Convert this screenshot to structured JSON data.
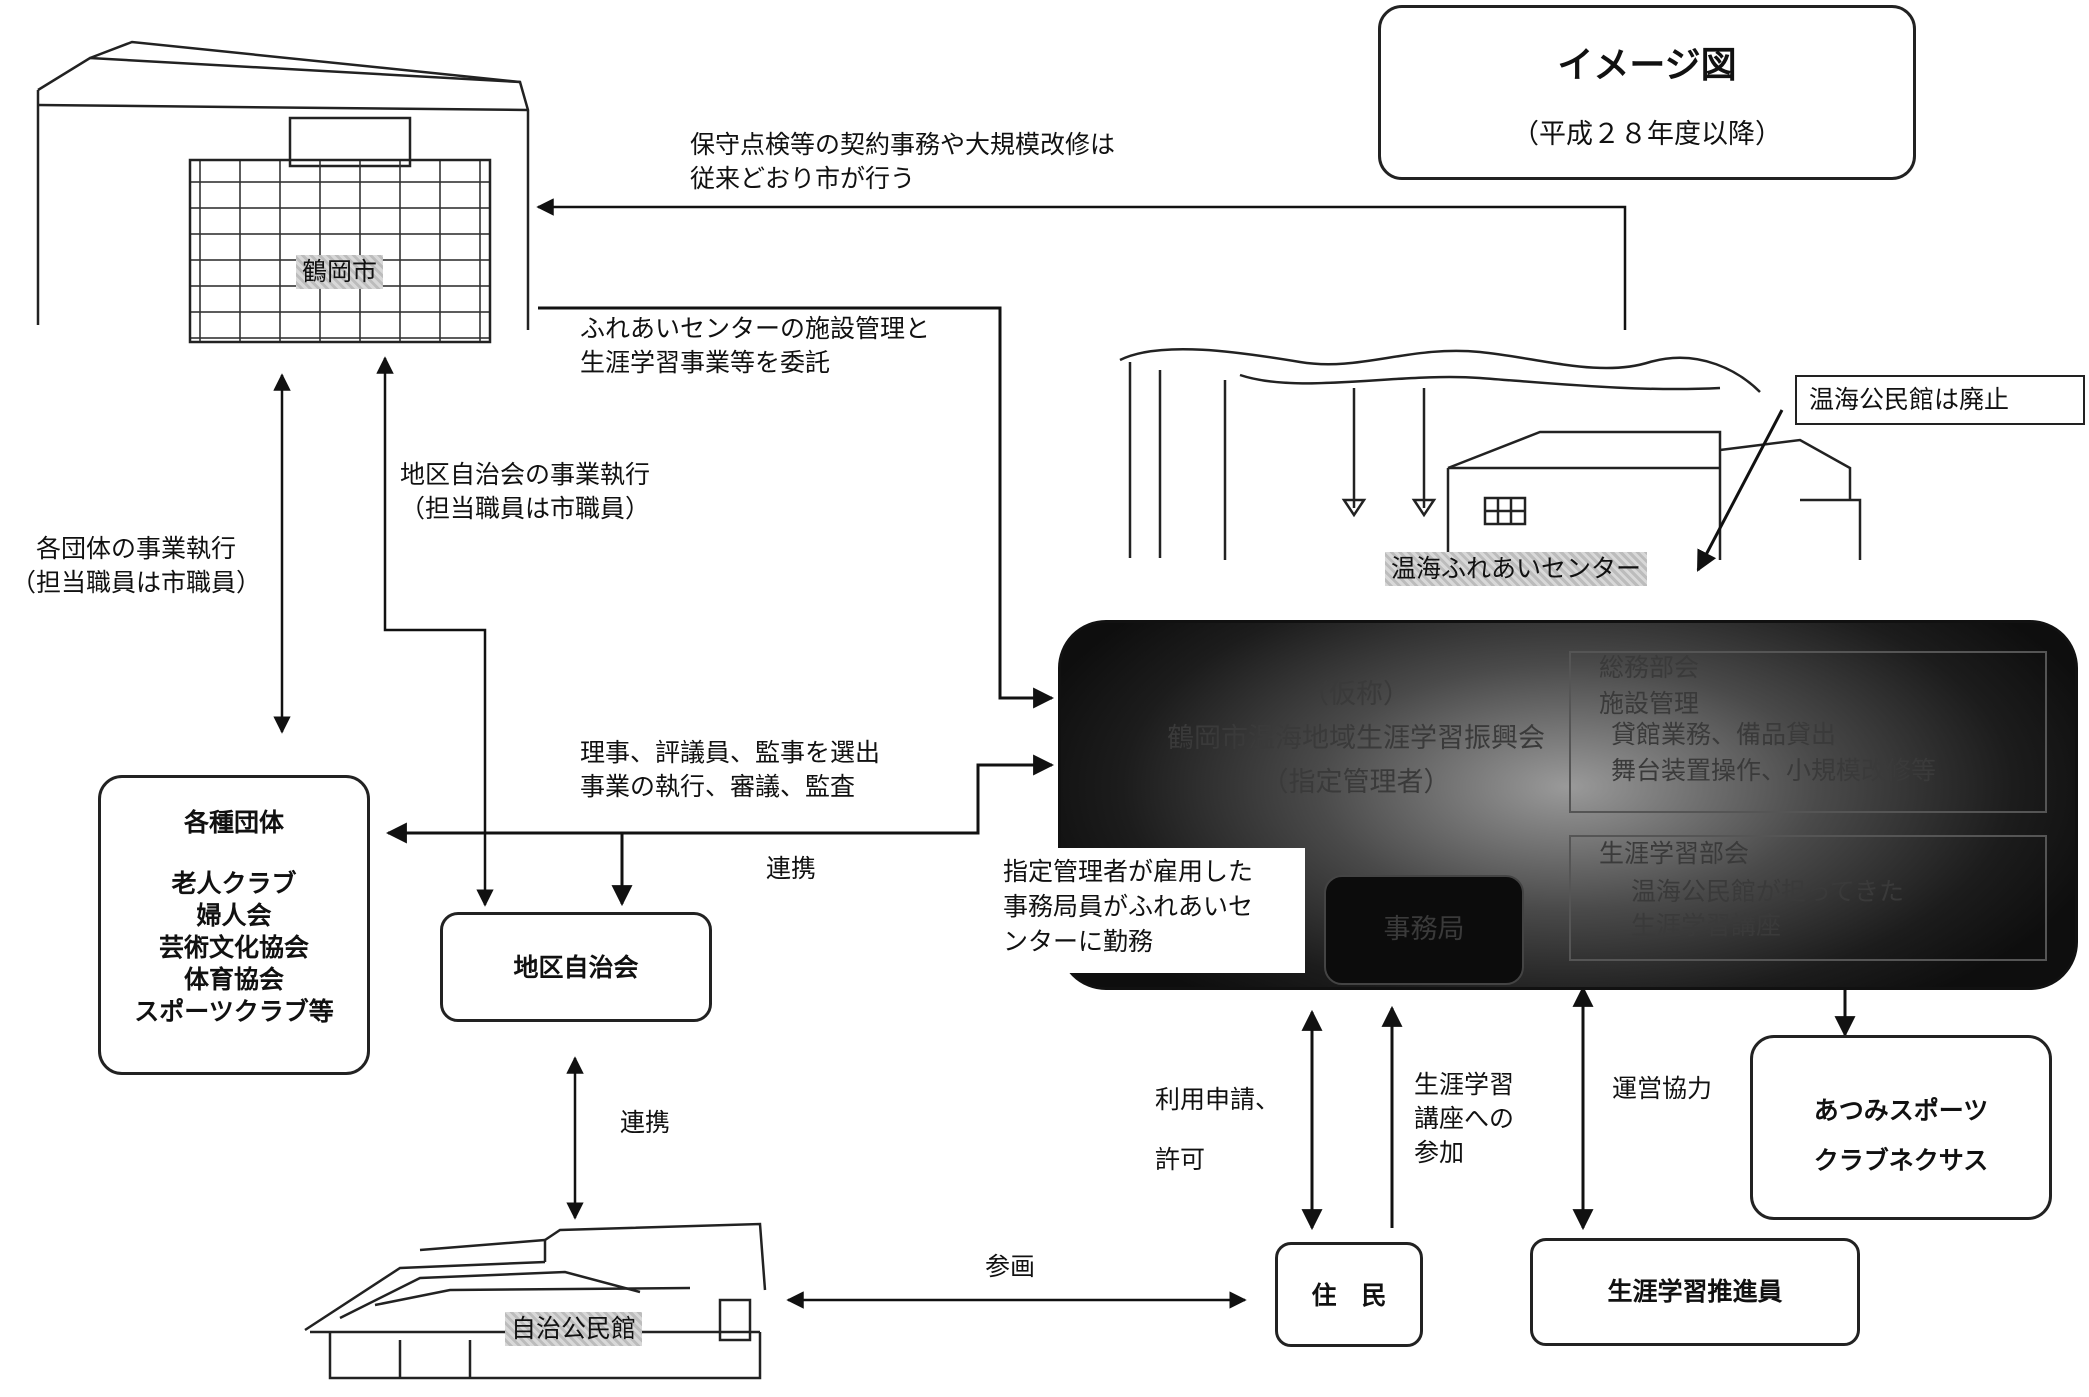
{
  "title_box": {
    "title": "イメージ図",
    "subtitle": "（平成２８年度以降）"
  },
  "city": {
    "name": "鶴岡市"
  },
  "annotations": {
    "maintenance": [
      "保守点検等の契約事務や大規模改修は",
      "従来どおり市が行う"
    ],
    "entrust": [
      "ふれあいセンターの施設管理と",
      "生涯学習事業等を委託"
    ],
    "district_exec": [
      "地区自治会の事業執行",
      "（担当職員は市職員）"
    ],
    "group_exec": [
      "各団体の事業執行",
      "（担当職員は市職員）"
    ],
    "elect": [
      "理事、評議員、監事を選出",
      "事業の執行、審議、監査"
    ],
    "cooperation_1": "連携",
    "cooperation_2": "連携",
    "staff_note": [
      "指定管理者が雇用した",
      "事務局員がふれあいセ",
      "ンターに勤務"
    ],
    "usage": [
      "利用申請、",
      "許可"
    ],
    "lifelong_participation": [
      "生涯学習",
      "講座への",
      "参加"
    ],
    "operation_support": "運営協力",
    "planning": "参画"
  },
  "community_center": {
    "building_label": "温海ふれあいセンター",
    "abolished_note": "温海公民館は廃止"
  },
  "association": {
    "name_lines": [
      "（仮称）",
      "鶴岡市温海地域生涯学習振興会",
      "（指定管理者）"
    ],
    "secretariat": "事務局",
    "general_affairs": {
      "header": "総務部会",
      "item": "施設管理",
      "details": [
        "貸館業務、備品貸出",
        "舞台装置操作、小規模改修等"
      ]
    },
    "lifelong_learning": {
      "header": "生涯学習部会",
      "details": [
        "温海公民館が担ってきた",
        "生涯学習講座"
      ]
    }
  },
  "groups": {
    "title": "各種団体",
    "members": [
      "老人クラブ",
      "婦人会",
      "芸術文化協会",
      "体育協会",
      "スポーツクラブ等"
    ]
  },
  "district_council": "地区自治会",
  "jichi_kominkan": "自治公民館",
  "residents": "住　民",
  "promoter": "生涯学習推進員",
  "sports_club": [
    "あつみスポーツ",
    "クラブネクサス"
  ]
}
